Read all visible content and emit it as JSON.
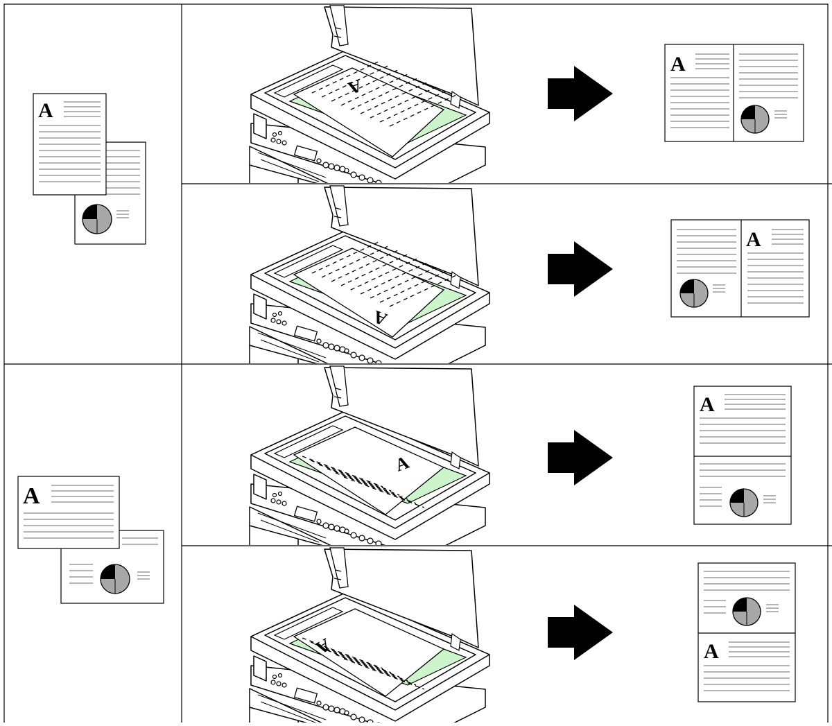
{
  "glyph": "A",
  "colors": {
    "background": "#ffffff",
    "line": "#000000",
    "text_rule": "#888888",
    "glass_highlight": "#ccf5cc",
    "pie_fill": "#a8a8a8",
    "pie_slice": "#000000",
    "arrow": "#000000"
  },
  "groups": [
    {
      "id": "portrait-originals",
      "originals_orientation": "portrait",
      "rows": [
        {
          "id": "row-1",
          "original_on_glass": "A-page, top-left, upside-down",
          "result_layout": "side-by-side",
          "result_order": [
            "A-page",
            "pie-page"
          ]
        },
        {
          "id": "row-2",
          "original_on_glass": "A-page, bottom-right, upside-down",
          "result_layout": "side-by-side",
          "result_order": [
            "pie-page",
            "A-page"
          ]
        }
      ]
    },
    {
      "id": "landscape-originals",
      "originals_orientation": "landscape",
      "rows": [
        {
          "id": "row-3",
          "original_on_glass": "A-page, right side",
          "result_layout": "stacked",
          "result_order": [
            "A-page",
            "pie-page"
          ]
        },
        {
          "id": "row-4",
          "original_on_glass": "A-page, left side, upside-down",
          "result_layout": "stacked",
          "result_order": [
            "pie-page",
            "A-page"
          ]
        }
      ]
    }
  ]
}
